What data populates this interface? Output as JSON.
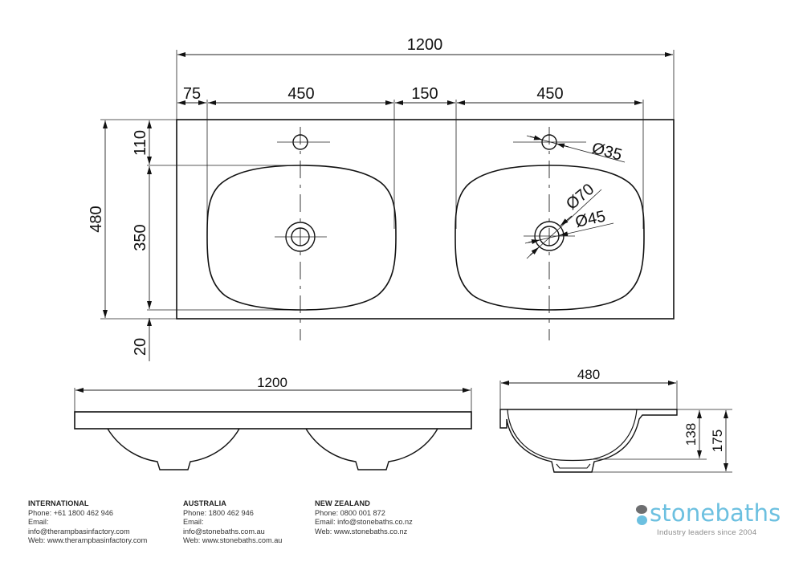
{
  "drawing": {
    "units": "mm",
    "plan_view": {
      "overall_width": "1200",
      "segments": [
        "75",
        "450",
        "150",
        "450"
      ],
      "overall_depth": "480",
      "tap_hole_offset": "110",
      "bowl_depth": "350",
      "front_edge_offset": "20",
      "tap_hole_diameter": "Ø35",
      "waste_outer_diameter": "Ø70",
      "waste_inner_diameter": "Ø45"
    },
    "front_view": {
      "overall_width": "1200"
    },
    "side_view": {
      "overall_depth": "480",
      "bowl_height": "138",
      "overall_height": "175"
    }
  },
  "footer": {
    "international": {
      "title": "INTERNATIONAL",
      "phone": "Phone: +61 1800 462 946",
      "email_label": "Email:",
      "email": "info@therampbasinfactory.com",
      "web": "Web: www.therampbasinfactory.com"
    },
    "australia": {
      "title": "AUSTRALIA",
      "phone": "Phone: 1800 462 946",
      "email_label": "Email:",
      "email": "info@stonebaths.com.au",
      "web": "Web: www.stonebaths.com.au"
    },
    "new_zealand": {
      "title": "NEW ZEALAND",
      "phone": "Phone: 0800 001 872",
      "email": "Email: info@stonebaths.co.nz",
      "web": "Web: www.stonebaths.co.nz"
    }
  },
  "brand": {
    "name": "stonebaths",
    "tagline": "Industry leaders since 2004",
    "primary_color": "#6cc0e0",
    "secondary_color": "#6d6e70"
  }
}
